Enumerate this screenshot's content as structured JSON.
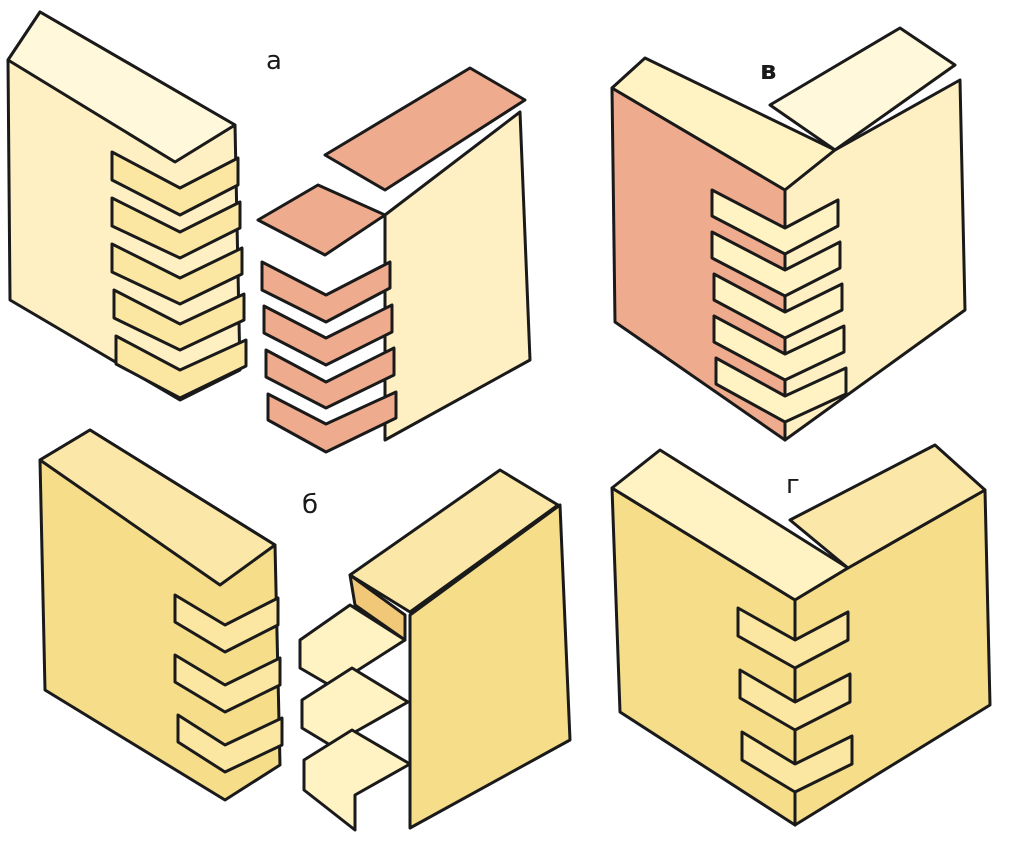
{
  "labels": {
    "a": "а",
    "b": "б",
    "v": "в",
    "g": "г"
  },
  "colors": {
    "face_light": "#fff3c4",
    "face_mid": "#fbe6a2",
    "face_yellow": "#f5dd8a",
    "face_pink": "#efab8e",
    "outline": "#1a1a1a"
  }
}
